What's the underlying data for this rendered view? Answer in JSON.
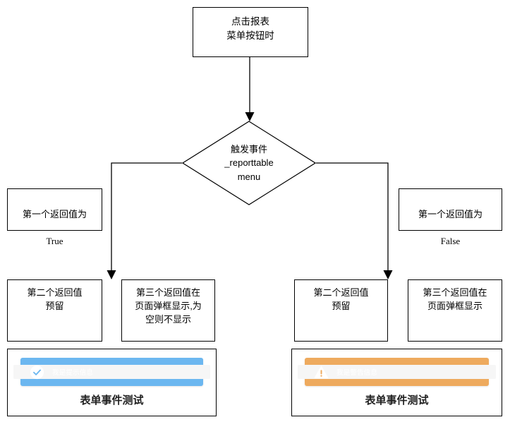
{
  "diagram": {
    "type": "flowchart",
    "start": {
      "text": "点击报表\n菜单按钮时"
    },
    "decision": {
      "text": "触发事件\n_reporttable\nmenu"
    },
    "branches": [
      {
        "condition_label": "第一个返回值为",
        "condition_value": "True",
        "results": [
          {
            "text": "第二个返回值\n预留"
          },
          {
            "text": "第三个返回值在\n页面弹框显示,为\n空则不显示"
          }
        ],
        "preview": {
          "alert_type": "info",
          "alert_icon": "check-circle-icon",
          "alert_message": "我是提示信息",
          "alert_color": "#6cb7f0",
          "caption": "表单事件测试"
        }
      },
      {
        "condition_label": "第一个返回值为",
        "condition_value": "False",
        "results": [
          {
            "text": "第二个返回值\n预留"
          },
          {
            "text": "第三个返回值在\n页面弹框显示"
          }
        ],
        "preview": {
          "alert_type": "warning",
          "alert_icon": "warning-triangle-icon",
          "alert_message": "我是警告信息",
          "alert_color": "#eeaa5e",
          "caption": "表单事件测试"
        }
      }
    ],
    "colors": {
      "stroke": "#000000",
      "background": "#ffffff",
      "info": "#6cb7f0",
      "warning": "#eeaa5e"
    }
  }
}
